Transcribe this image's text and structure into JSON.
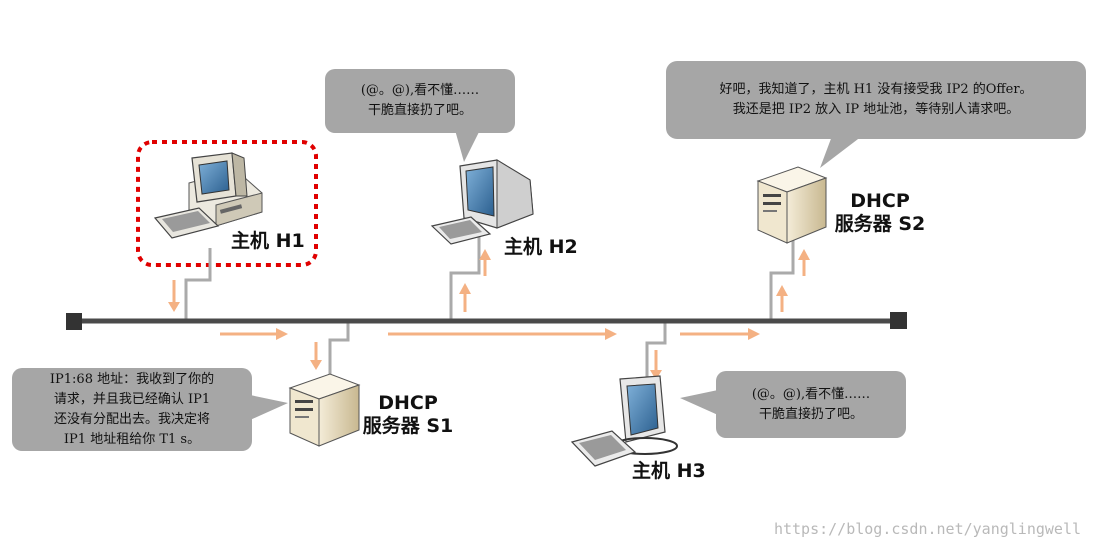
{
  "hosts": {
    "h1": {
      "label": "主机 H1"
    },
    "h2": {
      "label": "主机 H2"
    },
    "h3": {
      "label": "主机 H3"
    }
  },
  "servers": {
    "s1": {
      "line1": "DHCP",
      "line2": "服务器 S1"
    },
    "s2": {
      "line1": "DHCP",
      "line2": "服务器 S2"
    }
  },
  "bubbles": {
    "h2": {
      "lines": [
        "(@。@),看不懂……",
        "干脆直接扔了吧。"
      ]
    },
    "s2": {
      "lines": [
        "好吧，我知道了，主机 H1 没有接受我 IP2 的Offer。",
        "我还是把 IP2 放入 IP 地址池，等待别人请求吧。"
      ]
    },
    "s1": {
      "lines": [
        "IP1:68 地址：我收到了你的",
        "请求，并且我已经确认 IP1",
        "还没有分配出去。我决定将",
        "IP1 地址租给你 T1 s。"
      ]
    },
    "h3": {
      "lines": [
        "(@。@),看不懂……",
        "干脆直接扔了吧。"
      ]
    }
  },
  "watermark": "https://blog.csdn.net/yanglingwell",
  "colors": {
    "bus": "#4a4a4a",
    "arrow": "#f4b183",
    "bubble": "#a6a6a6",
    "highlight": "#e00000"
  }
}
